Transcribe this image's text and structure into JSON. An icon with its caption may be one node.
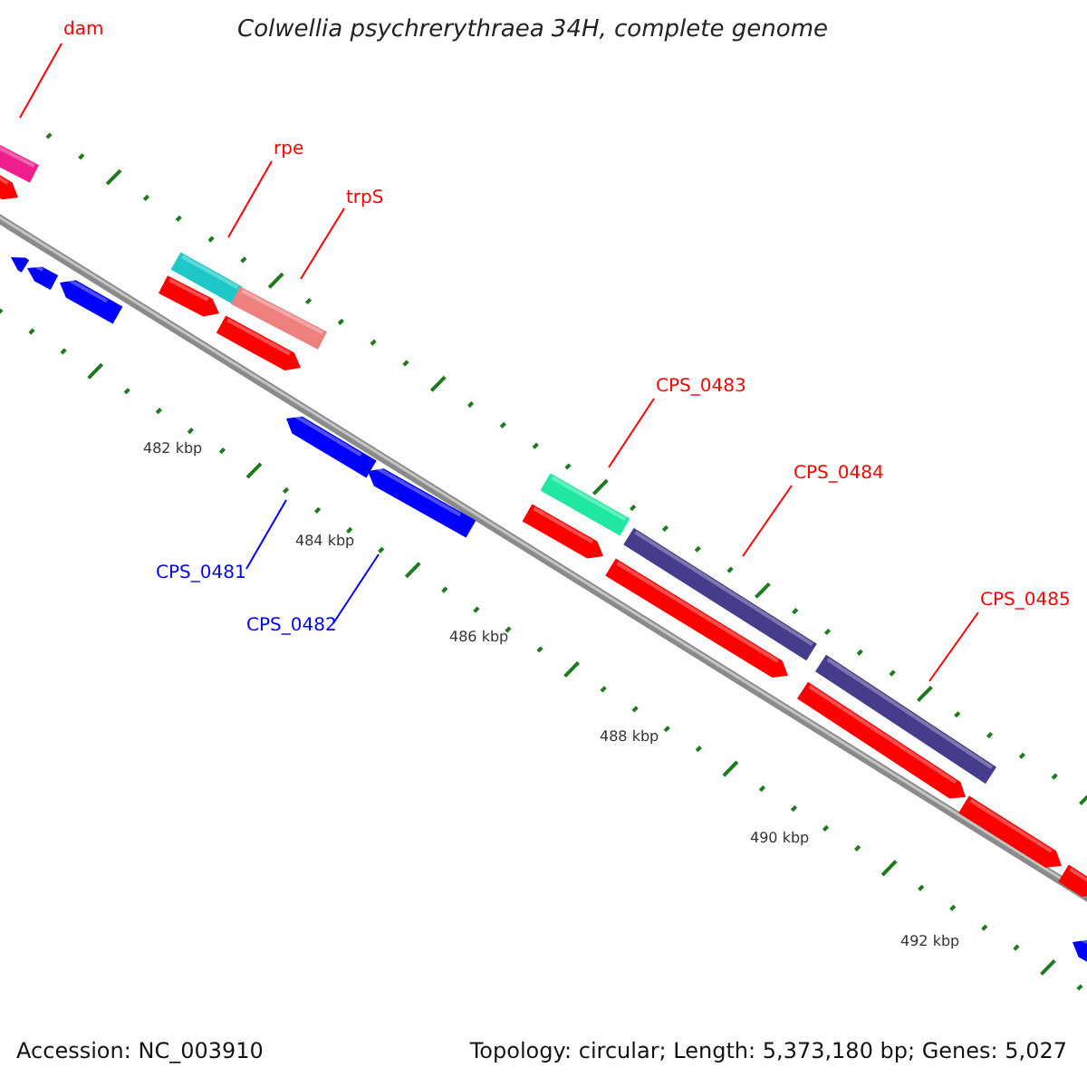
{
  "diagram": {
    "title": "Colwellia psychrerythraea 34H, complete genome",
    "nodes": [
      {
        "text": [
          "dam"
        ]
      },
      {
        "text": [],
        "shape": "bar"
      },
      {
        "text": [
          "rpe"
        ]
      },
      {
        "text": [],
        "shape": "bar"
      },
      {
        "text": [
          "trpS"
        ]
      },
      {
        "text": [],
        "shape": "bar"
      },
      {
        "text": [
          "CPS_0483"
        ]
      },
      {
        "text": [],
        "shape": "bar"
      },
      {
        "text": [
          "CPS_0484"
        ]
      },
      {
        "text": [],
        "shape": "bar"
      },
      {
        "text": [
          "CPS_0485"
        ]
      },
      {
        "text": [],
        "shape": "bar"
      },
      {
        "text": [
          "CPS_0481"
        ]
      },
      {
        "text": [],
        "shape": "bar"
      },
      {
        "text": [
          "CPS_0482"
        ]
      },
      {
        "text": [],
        "shape": "bar"
      }
    ],
    "edges": [
      {
        "from": 0,
        "to": 1,
        "arrow": "none"
      },
      {
        "from": 2,
        "to": 3,
        "arrow": "none"
      },
      {
        "from": 4,
        "to": 5,
        "arrow": "none"
      },
      {
        "from": 6,
        "to": 7,
        "arrow": "none"
      },
      {
        "from": 8,
        "to": 9,
        "arrow": "none"
      },
      {
        "from": 10,
        "to": 11,
        "arrow": "none"
      },
      {
        "from": 12,
        "to": 13,
        "arrow": "none",
        "color": "#0000ff"
      },
      {
        "from": 14,
        "to": 15,
        "arrow": "none",
        "color": "#0000ff"
      }
    ],
    "labels": [
      "482 kbp",
      "484 kbp",
      "486 kbp",
      "488 kbp",
      "490 kbp",
      "492 kbp",
      "Accession: NC_003910",
      "Topology: circular; Length: 5,373,180 bp; Genes: 5,027"
    ]
  }
}
